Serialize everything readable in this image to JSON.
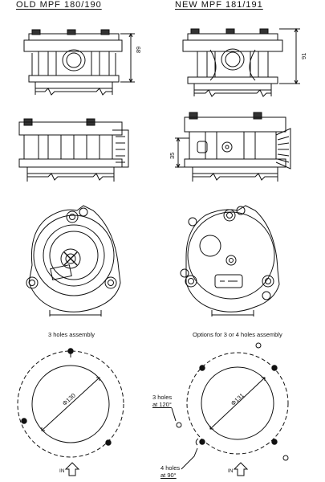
{
  "left": {
    "title": "OLD MPF 180/190",
    "dim_height": "89",
    "caption": "3 holes assembly",
    "diameter": "Φ130",
    "in_label": "IN"
  },
  "right": {
    "title": "NEW MPF 181/191",
    "dim_height": "91",
    "dim_side": "35",
    "caption": "Options for 3 or 4 holes assembly",
    "diameter": "Φ131",
    "note_3_holes": [
      "3 holes",
      "at 120°"
    ],
    "note_4_holes": [
      "4 holes",
      "at 90°"
    ],
    "in_label": "IN"
  },
  "colors": {
    "line": "#111111",
    "paper": "#ffffff"
  }
}
